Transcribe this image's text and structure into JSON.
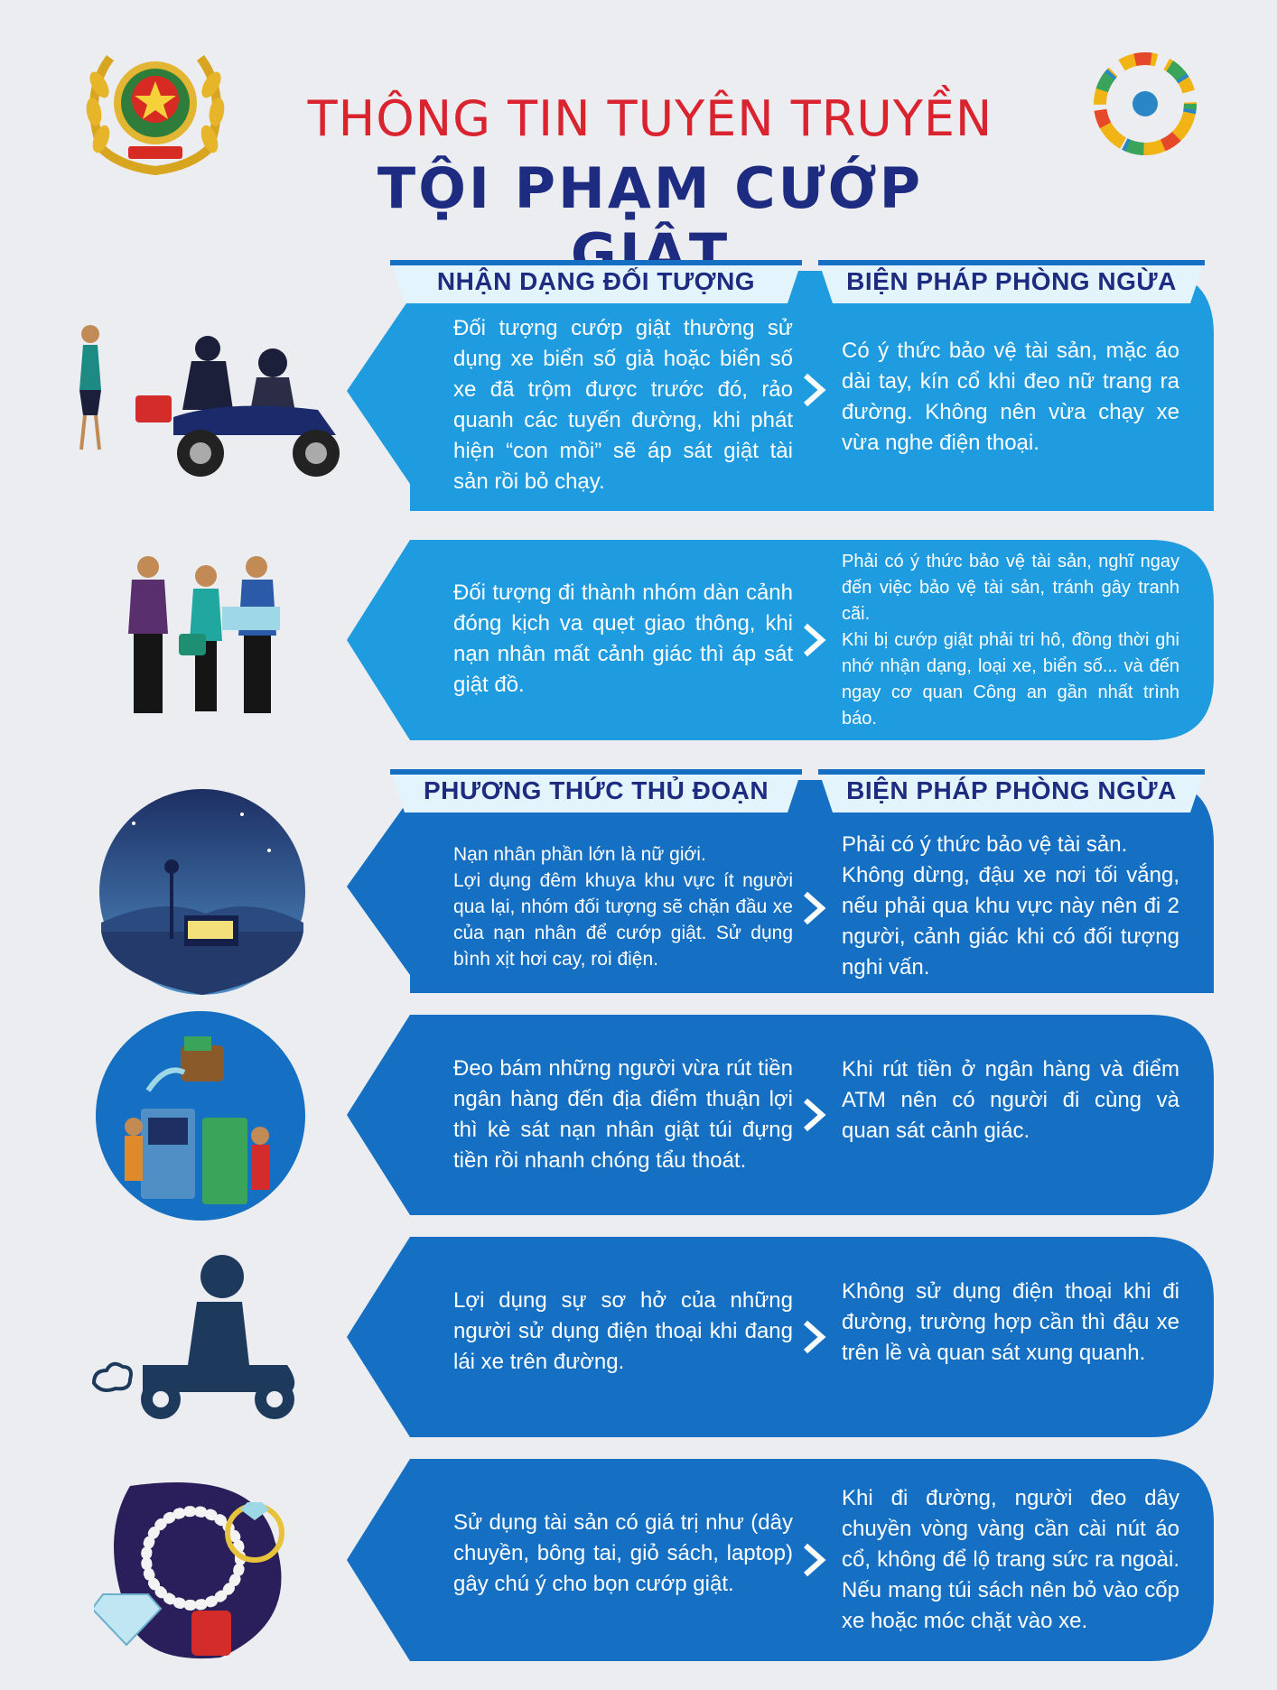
{
  "header": {
    "title_line1": "THÔNG TIN TUYÊN TRUYỀN",
    "title_line2": "TỘI PHẠM CƯỚP GIẬT"
  },
  "colors": {
    "title_red": "#d9232f",
    "title_navy": "#1d2c80",
    "light_blue": "#1f9be0",
    "dark_blue": "#1570c4",
    "tab_fill": "#e3f4fc"
  },
  "section1": {
    "left_heading": "NHẬN DẠNG ĐỐI TƯỢNG",
    "right_heading": "BIỆN PHÁP PHÒNG NGỪA",
    "cards": [
      {
        "left": "Đối tượng cướp giật thường sử dụng xe biển số giả hoặc biển số xe đã trộm được trước đó, rảo quanh các tuyến đường, khi phát hiện “con mồi” sẽ áp sát giật tài sản rồi bỏ chạy.",
        "right": "Có ý thức bảo vệ tài sản, mặc áo dài tay, kín cổ khi đeo nữ trang ra đường. Không nên vừa chạy xe vừa nghe điện thoại."
      },
      {
        "left": "Đối tượng đi thành nhóm dàn cảnh đóng kịch va quẹt giao thông, khi nạn nhân mất cảnh giác thì áp sát giật đồ.",
        "right": "Phải có ý thức bảo vệ tài sản, nghĩ ngay đến việc bảo vệ tài sản, tránh gây tranh cãi.\nKhi bị cướp giật phải tri hô, đồng thời ghi nhớ nhận dạng, loại xe, biển số... và đến ngay cơ quan Công an gần nhất trình báo."
      }
    ]
  },
  "section2": {
    "left_heading": "PHƯƠNG THỨC THỦ ĐOẠN",
    "right_heading": "BIỆN PHÁP PHÒNG NGỪA",
    "cards": [
      {
        "left": "Nạn nhân phần lớn là nữ giới.\nLợi dụng đêm khuya khu vực ít người qua lại, nhóm đối tượng sẽ chặn đầu xe của nạn nhân để cướp giật. Sử dụng bình xịt hơi cay, roi điện.",
        "right": "Phải có ý thức bảo vệ tài sản.\nKhông dừng, đậu xe nơi tối vắng, nếu phải qua khu vực này nên đi 2 người, cảnh giác khi có đối tượng nghi vấn."
      },
      {
        "left": "Đeo bám những người vừa rút tiền ngân hàng đến địa điểm thuận lợi thì kè sát nạn nhân giật túi đựng tiền rồi nhanh chóng tẩu thoát.",
        "right": "Khi rút tiền ở ngân hàng và điểm ATM nên có người đi cùng và quan sát cảnh giác."
      },
      {
        "left": "Lợi dụng sự sơ hở của những người sử dụng điện thoại khi đang lái xe trên đường.",
        "right": "Không sử dụng điện thoại khi đi đường, trường hợp cần thì đậu xe trên lề và quan sát xung quanh."
      },
      {
        "left": "Sử dụng tài sản có giá trị như (dây chuyền, bông tai, giỏ sách, laptop) gây chú ý cho bọn cướp giật.",
        "right": "Khi đi đường, người đeo dây chuyền vòng vàng cần cài nút áo cổ, không để lộ trang sức ra ngoài. Nếu mang túi sách nên bỏ vào cốp xe hoặc móc chặt vào xe."
      }
    ]
  }
}
